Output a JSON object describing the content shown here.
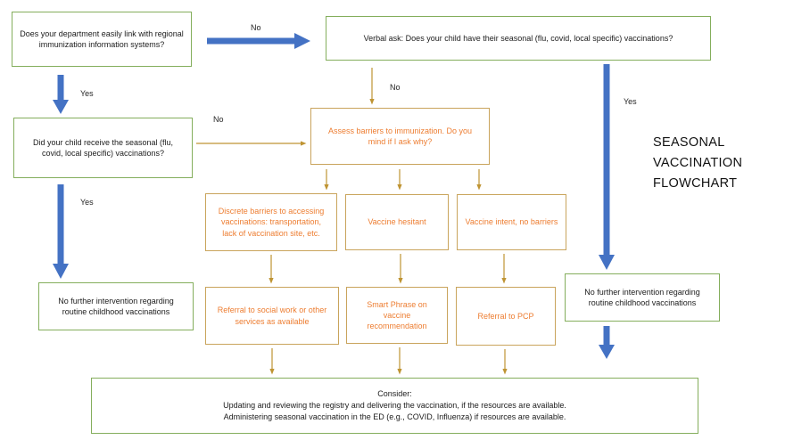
{
  "title": {
    "text": "SEASONAL VACCINATION FLOWCHART"
  },
  "colors": {
    "green-border": "#84ae5c",
    "gold-border": "#c9a45c",
    "orange-text": "#ED7D31",
    "blue": "#4472C4",
    "gold": "#bf9433"
  },
  "nodes": {
    "dept_link": {
      "text": "Does your department easily link with regional immunization information systems?"
    },
    "verbal_ask": {
      "text": "Verbal ask: Does your child have their seasonal (flu, covid, local specific) vaccinations?"
    },
    "child_receive": {
      "text": "Did your child receive the seasonal (flu, covid, local specific) vaccinations?"
    },
    "no_intervention_left": {
      "text": "No further intervention regarding routine childhood vaccinations"
    },
    "assess_barriers": {
      "text": "Assess barriers to immunization.  Do you mind if I ask why?"
    },
    "discrete_barriers": {
      "text": "Discrete barriers to accessing vaccinations:  transportation, lack of vaccination site, etc."
    },
    "vaccine_hesitant": {
      "text": "Vaccine hesitant"
    },
    "vaccine_intent": {
      "text": "Vaccine intent, no barriers"
    },
    "referral_social": {
      "text": "Referral to social work or other services as available"
    },
    "smart_phrase": {
      "text": "Smart Phrase on vaccine recommendation"
    },
    "referral_pcp": {
      "text": "Referral to PCP"
    },
    "no_intervention_right": {
      "text": "No further intervention regarding routine childhood vaccinations"
    },
    "consider": {
      "line1": "Consider:",
      "line2": "Updating and reviewing the registry and delivering the vaccination, if the resources are available.",
      "line3": "Administering seasonal vaccination in the ED (e.g., COVID, Influenza) if resources are available."
    }
  },
  "labels": {
    "no_top": "No",
    "yes_left_1": "Yes",
    "no_verbal": "No",
    "no_mid": "No",
    "yes_left_2": "Yes",
    "yes_right": "Yes"
  }
}
